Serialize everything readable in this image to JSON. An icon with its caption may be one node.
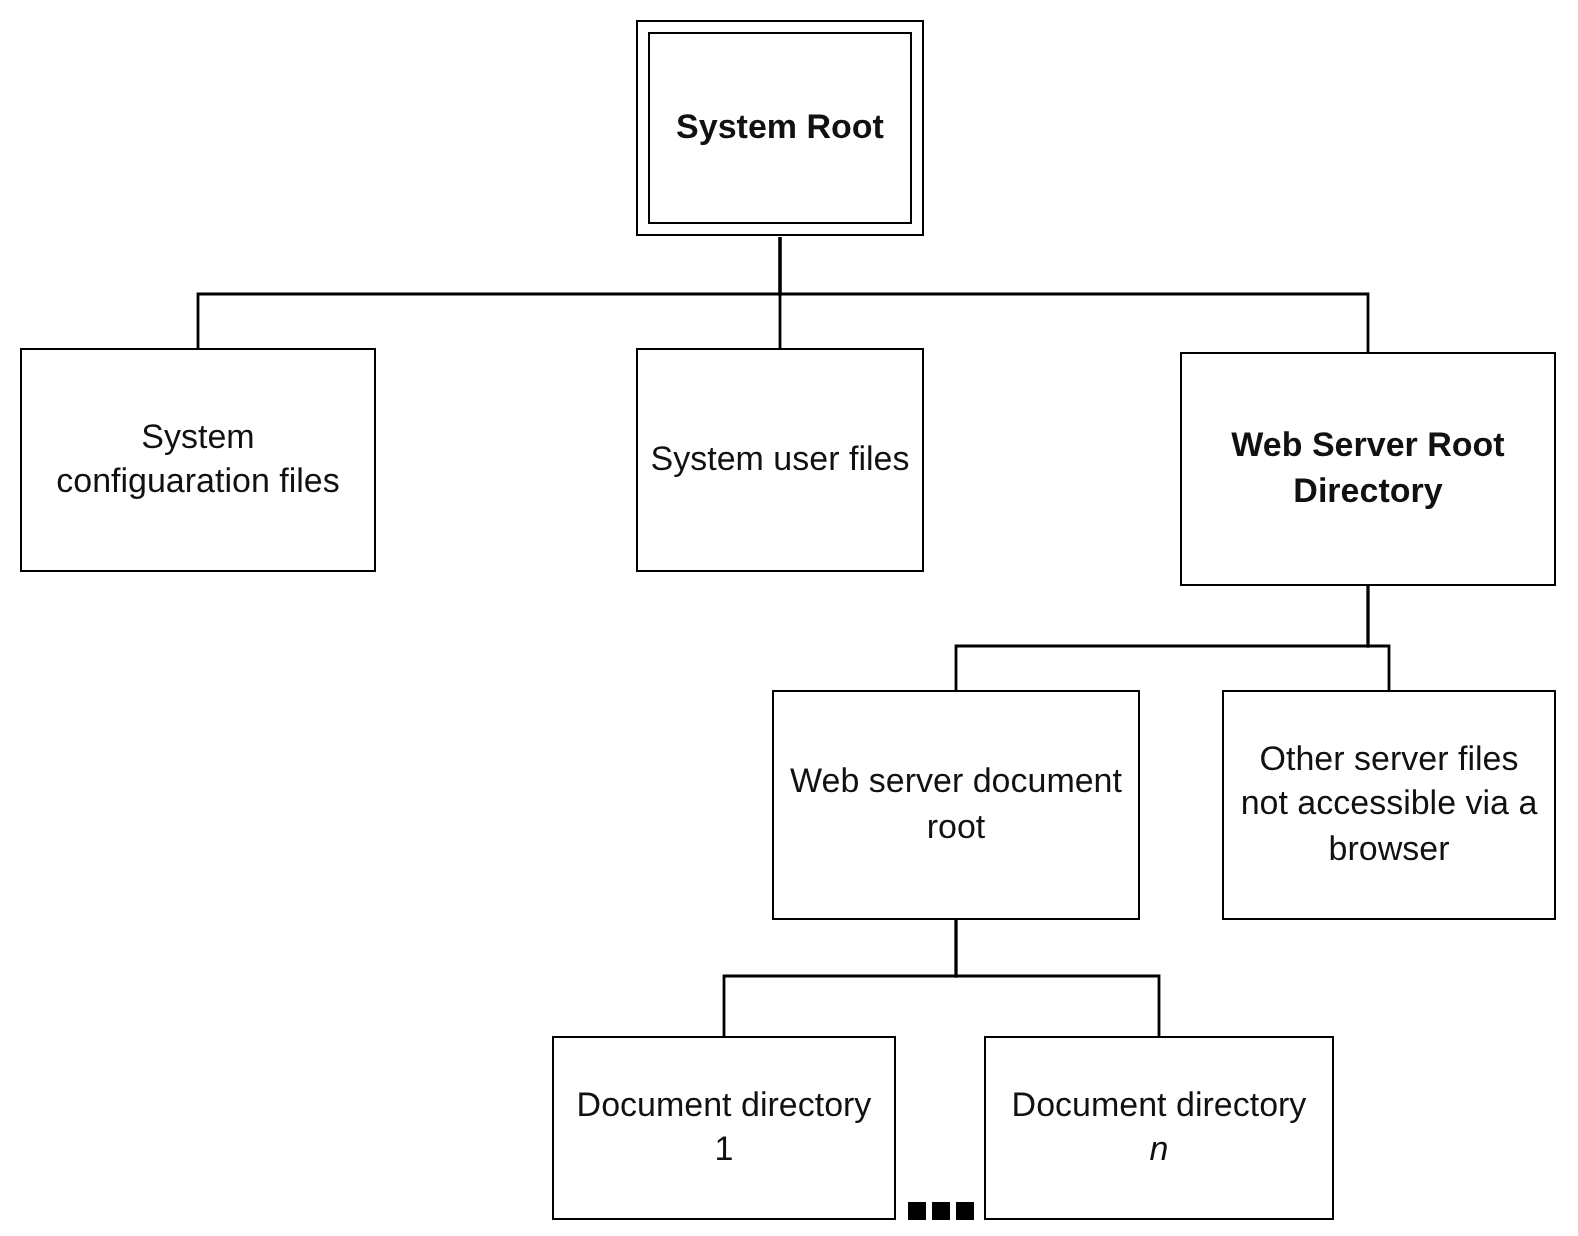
{
  "diagram": {
    "nodes": [
      {
        "text": [
          "System Root"
        ]
      },
      {
        "text": [
          "System configuaration files"
        ]
      },
      {
        "text": [
          "System user files"
        ]
      },
      {
        "text": [
          "Web Server Root Directory"
        ]
      },
      {
        "text": [
          "Web server document root"
        ]
      },
      {
        "text": [
          "Other server files not accessible via a browser"
        ]
      },
      {
        "text": [
          "Document directory 1"
        ]
      },
      {
        "text": [
          "Document directory *n*"
        ]
      }
    ],
    "edges": [
      {
        "from": 0,
        "to": 1,
        "arrow": "none"
      },
      {
        "from": 0,
        "to": 2,
        "arrow": "none"
      },
      {
        "from": 0,
        "to": 3,
        "arrow": "none"
      },
      {
        "from": 3,
        "to": 4,
        "arrow": "none"
      },
      {
        "from": 3,
        "to": 5,
        "arrow": "none"
      },
      {
        "from": 4,
        "to": 6,
        "arrow": "none"
      },
      {
        "from": 4,
        "to": 7,
        "arrow": "none"
      }
    ]
  }
}
